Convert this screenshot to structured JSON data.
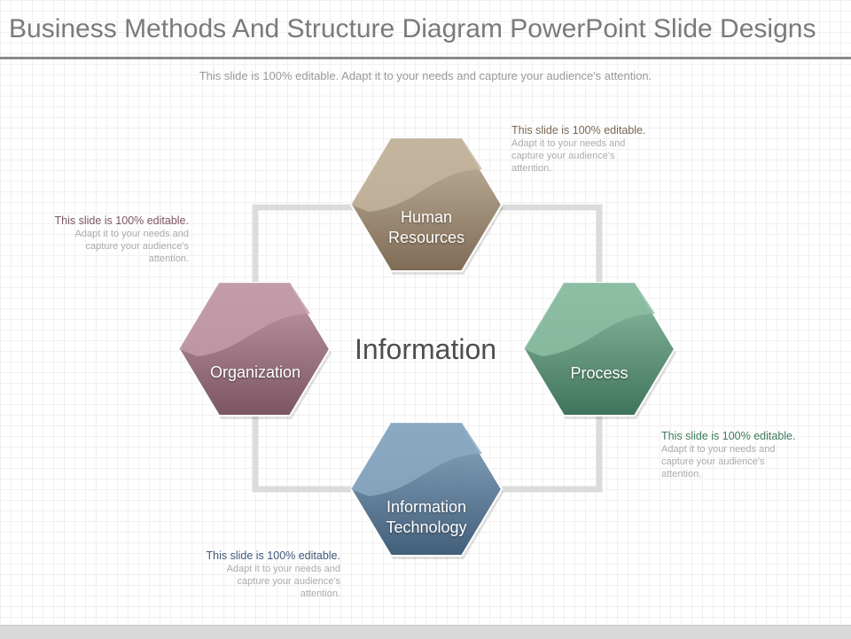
{
  "header": {
    "title": "Business Methods And Structure Diagram PowerPoint Slide Designs",
    "subtitle": "This slide is 100% editable. Adapt it to your needs and capture your audience's attention."
  },
  "diagram": {
    "center": "Information",
    "nodes": [
      {
        "id": "top",
        "lines": [
          "Human",
          "Resources"
        ],
        "color": "#a3927a",
        "dark": "#7f6c56",
        "light": "#c4b59f"
      },
      {
        "id": "left",
        "lines": [
          "Organization"
        ],
        "color": "#a27a86",
        "dark": "#7b5563",
        "light": "#c29ca8"
      },
      {
        "id": "right",
        "lines": [
          "Process"
        ],
        "color": "#5f9a7c",
        "dark": "#3f735b",
        "light": "#8dbea4"
      },
      {
        "id": "bottom",
        "lines": [
          "Information",
          "Technology"
        ],
        "color": "#5f7f9c",
        "dark": "#425e79",
        "light": "#8ca9c2"
      }
    ],
    "callouts": [
      {
        "id": "top",
        "head": "This slide is 100% editable.",
        "body": "Adapt it to your needs and capture your audience's attention.",
        "color": "#7a6750"
      },
      {
        "id": "left",
        "head": "This slide is 100% editable.",
        "body": "Adapt it to your needs and capture your audience's attention.",
        "color": "#7d5564"
      },
      {
        "id": "right",
        "head": "This slide is 100% editable.",
        "body": "Adapt it to your needs and capture your audience's attention.",
        "color": "#3f7a5c"
      },
      {
        "id": "bottom",
        "head": "This slide is 100% editable.",
        "body": "Adapt it to your needs and capture your audience's attention.",
        "color": "#40597a"
      }
    ]
  }
}
